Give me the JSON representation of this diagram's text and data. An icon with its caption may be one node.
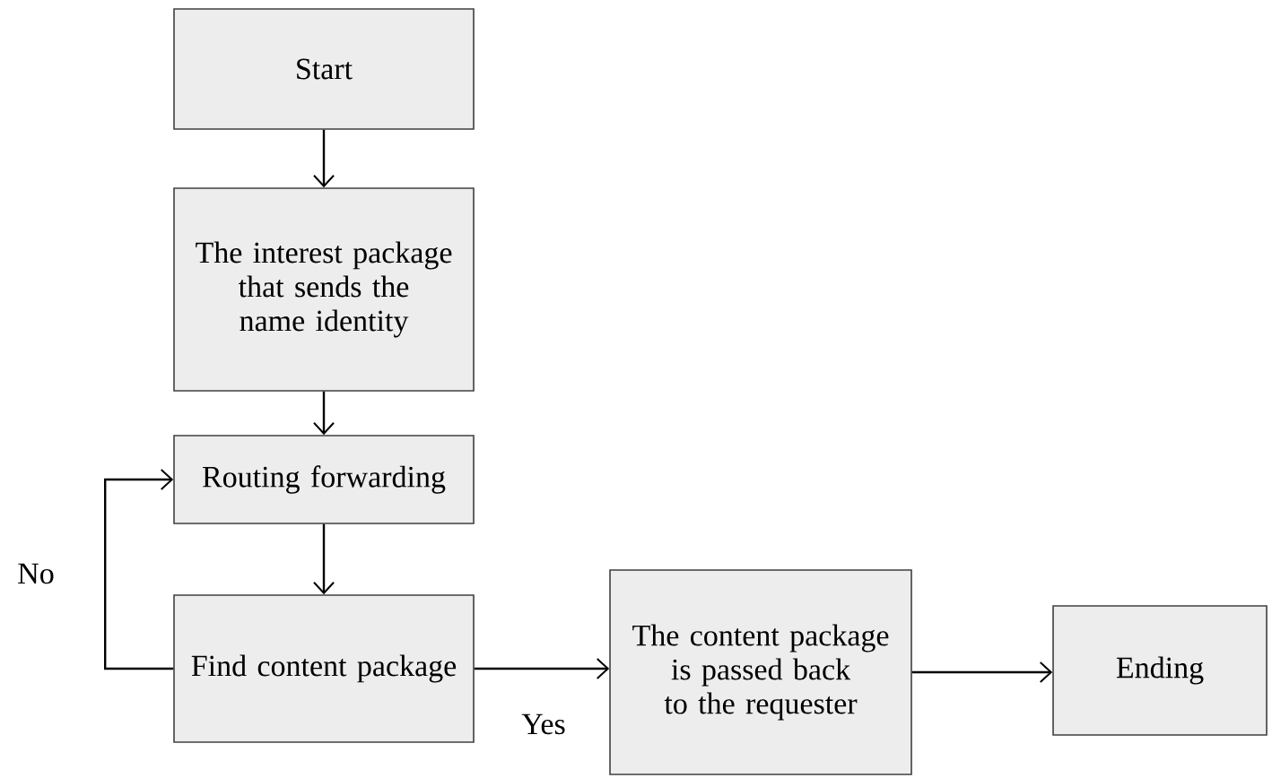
{
  "diagram": {
    "nodes": [
      {
        "text": [
          "Start"
        ]
      },
      {
        "text": [
          "The interest package that sends the name identity"
        ]
      },
      {
        "text": [
          "Routing forwarding"
        ]
      },
      {
        "text": [
          "Find content package"
        ]
      },
      {
        "text": [
          "The content package is passed back to the requester"
        ]
      },
      {
        "text": [
          "Ending"
        ]
      }
    ],
    "edges": [
      {
        "from": 0,
        "to": 1,
        "arrow": "to"
      },
      {
        "from": 1,
        "to": 2,
        "arrow": "to"
      },
      {
        "from": 2,
        "to": 3,
        "arrow": "to"
      },
      {
        "from": 3,
        "to": 2,
        "arrow": "to",
        "label": "No"
      },
      {
        "from": 3,
        "to": 4,
        "arrow": "to",
        "label": "Yes"
      },
      {
        "from": 4,
        "to": 5,
        "arrow": "to"
      }
    ]
  }
}
